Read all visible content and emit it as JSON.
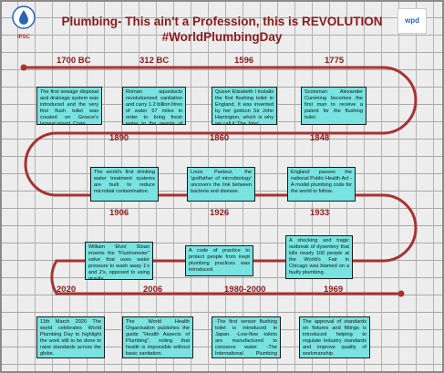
{
  "header": {
    "title_line1": "Plumbing- This ain't a Profession, this is REVOLUTION",
    "title_line2": "#WorldPlumbingDay"
  },
  "logos": {
    "left_text": "IPSC",
    "right_text": "wpd"
  },
  "colors": {
    "title": "#8b1a1a",
    "timeline": "#a83232",
    "box_fill": "#78e3e0",
    "brick_mortar": "#a9a9a9"
  },
  "events": [
    {
      "year": "1700 BC",
      "text": "The first sewage disposal and drainage system was introduced and the very first flush toilet was created on Greece's largest island, Crete."
    },
    {
      "year": "312 BC",
      "text": "Roman aqueducts revolutionized sanitation and carry 1.2 billion litres of water 57 miles in order to bring fresh water to the people of Rome."
    },
    {
      "year": "1596",
      "text": "Queen Elizabeth I installs the first flushing toilet in England. It was invented by her godson Sir John Harrington, which is why we call it 'The John'."
    },
    {
      "year": "1775",
      "text": "Scotsman Alexander Cumming becomes the first man to receive a patent for the flushing toilet."
    },
    {
      "year": "1890",
      "text": "The world's first drinking water treatment systems are built to reduce microbial contamination."
    },
    {
      "year": "1860",
      "text": "Louis Pasteur, the 'godfather of microbiology' uncovers the link between bacteria and disease."
    },
    {
      "year": "1848",
      "text": "England passes the national Public Health Act - A model plumbing code for the world to follow."
    },
    {
      "year": "1906",
      "text": "William 'Elvis' Sloan invents the \"Flushometer\" valve that uses water pressure to wash away 1's and 2's, opposed to using gravity."
    },
    {
      "year": "1926",
      "text": "A code of practice to protect people from inept plumbing practices was introduced."
    },
    {
      "year": "1933",
      "text": "A shocking and tragic outbreak of dysentery that kills nearly 100 people at the World's Fair in Chicago was blamed on a faulty plumbing."
    },
    {
      "year": "2020",
      "text": "11th March 2020 The world celebrates World Plumbing Day to highlight the work still to be done to raise standards across the globe."
    },
    {
      "year": "2006",
      "text": "The World Health Organisation publishes the guide \"Health Aspects of Plumbing\", noting that health is impossible without basic sanitation."
    },
    {
      "year": "1980-2000",
      "text": "-The first sensor flushing toilet is introduced in Japan. -Low-flow toilets are manufactured to conserve water. -The International Plumbing Code is introduced."
    },
    {
      "year": "1969",
      "text": "The approval of standards on fixtures and fittings is introduced helping to regulate industry standards and improve quality of workmanship."
    }
  ]
}
